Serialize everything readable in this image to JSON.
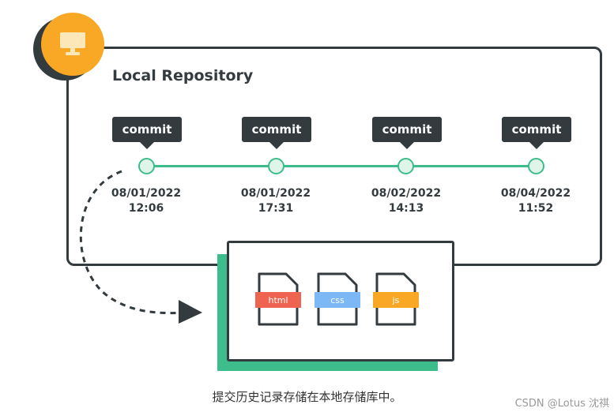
{
  "title": "Local Repository",
  "commit_label": "commit",
  "commits": [
    {
      "date": "08/01/2022",
      "time": "12:06"
    },
    {
      "date": "08/01/2022",
      "time": "17:31"
    },
    {
      "date": "08/02/2022",
      "time": "14:13"
    },
    {
      "date": "08/04/2022",
      "time": "11:52"
    }
  ],
  "files": [
    {
      "label": "html",
      "color": "#ef6351"
    },
    {
      "label": "css",
      "color": "#7cb8f5"
    },
    {
      "label": "js",
      "color": "#f9a825"
    }
  ],
  "caption": "提交历史记录存储在本地存储库中。",
  "watermark": "CSDN @Lotus 沈祺",
  "colors": {
    "accent": "#3dbd8c",
    "dark": "#333b3f",
    "orange": "#f9a825"
  },
  "icons": [
    "monitor-icon",
    "file-icon",
    "dashed-arrow"
  ]
}
